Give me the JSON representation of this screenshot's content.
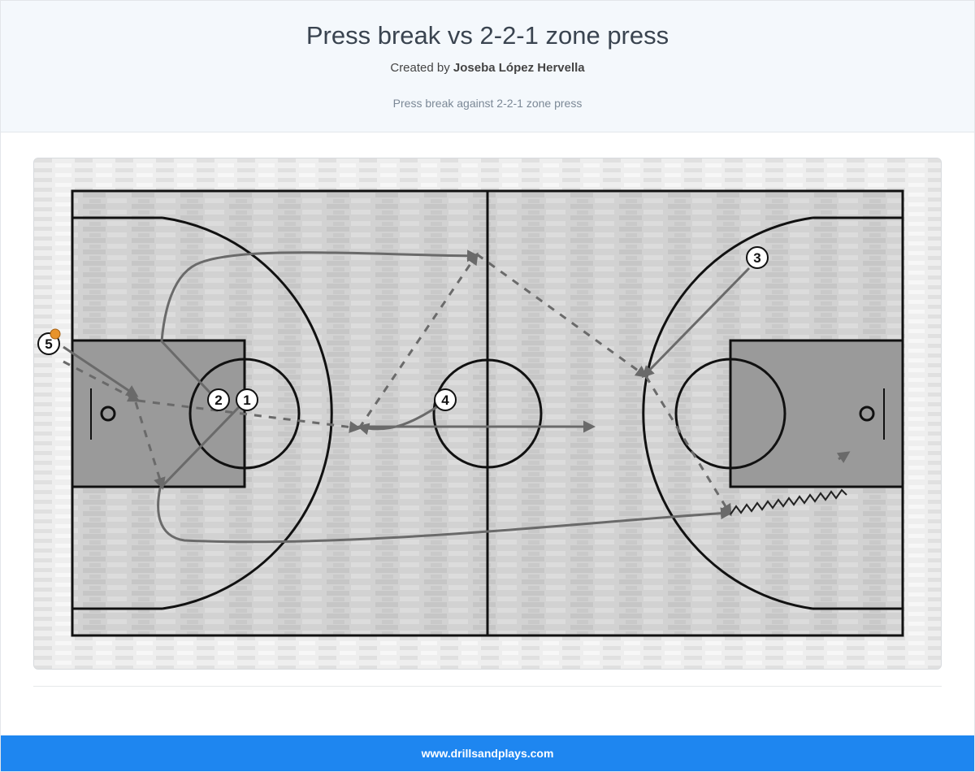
{
  "header": {
    "title": "Press break vs 2-2-1 zone press",
    "credit_prefix": "Created by ",
    "author": "Joseba López Hervella",
    "description": "Press break against 2-2-1 zone press"
  },
  "diagram": {
    "players": [
      {
        "label": "1",
        "has_ball": false
      },
      {
        "label": "2",
        "has_ball": false
      },
      {
        "label": "3",
        "has_ball": false
      },
      {
        "label": "4",
        "has_ball": false
      },
      {
        "label": "5",
        "has_ball": true
      }
    ],
    "colors": {
      "court_floor": "#cfcfcf",
      "paint": "#9a9a9a",
      "lines": "#111111",
      "arrows": "#6a6a6a",
      "ball": "#e8932b"
    }
  },
  "footer": {
    "link_text": "www.drillsandplays.com"
  }
}
